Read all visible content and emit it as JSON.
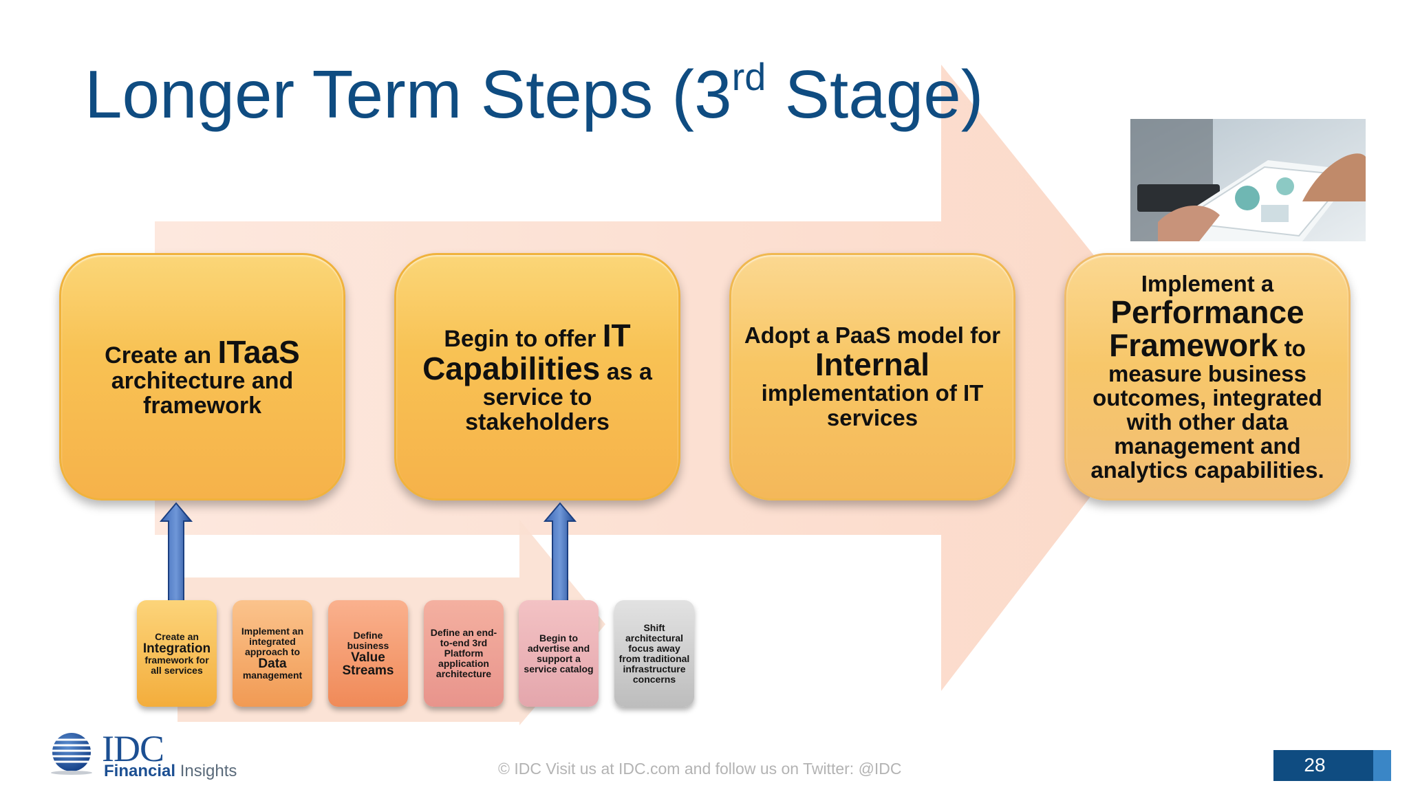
{
  "slide": {
    "title_main": "Longer Term Steps (3",
    "title_sup": "rd",
    "title_end": " Stage)",
    "page_number": "28",
    "footer": "© IDC   Visit us at IDC.com and follow us on Twitter: @IDC"
  },
  "steps": [
    {
      "pre": "Create an ",
      "big": "ITaaS",
      "post": "architecture and framework"
    },
    {
      "pre": "Begin to offer ",
      "big": "IT Capabilities",
      "post": " as a service to stakeholders"
    },
    {
      "pre": "Adopt a PaaS model for ",
      "big": "Internal",
      "post": "implementation of IT services"
    },
    {
      "pre": "Implement a",
      "big": "Performance Framework",
      "post": " to measure business outcomes, integrated with other data management and analytics capabilities."
    }
  ],
  "sub_steps": [
    {
      "pre": "Create an",
      "big": "Integration",
      "post": "framework for all services"
    },
    {
      "pre": "Implement an integrated approach to",
      "big": "Data",
      "post": "management"
    },
    {
      "pre": "Define business",
      "big": "Value Streams",
      "post": ""
    },
    {
      "pre": "",
      "big": "",
      "post": "Define an end-to-end 3rd Platform application architecture"
    },
    {
      "pre": "",
      "big": "",
      "post": "Begin to advertise and support a service catalog"
    },
    {
      "pre": "",
      "big": "",
      "post": "Shift architectural focus away from traditional infrastructure concerns"
    }
  ],
  "logo": {
    "brand": "IDC",
    "sub_bold": "Financial",
    "sub_light": " Insights"
  },
  "colors": {
    "title": "#0f4c81",
    "arrow": "#fde3d6",
    "accent_blue": "#0f4c81"
  },
  "icons": {
    "photo": "tablet-business-charts-photo",
    "up_arrow": "blue-up-arrow-icon",
    "logo": "idc-globe-logo"
  }
}
